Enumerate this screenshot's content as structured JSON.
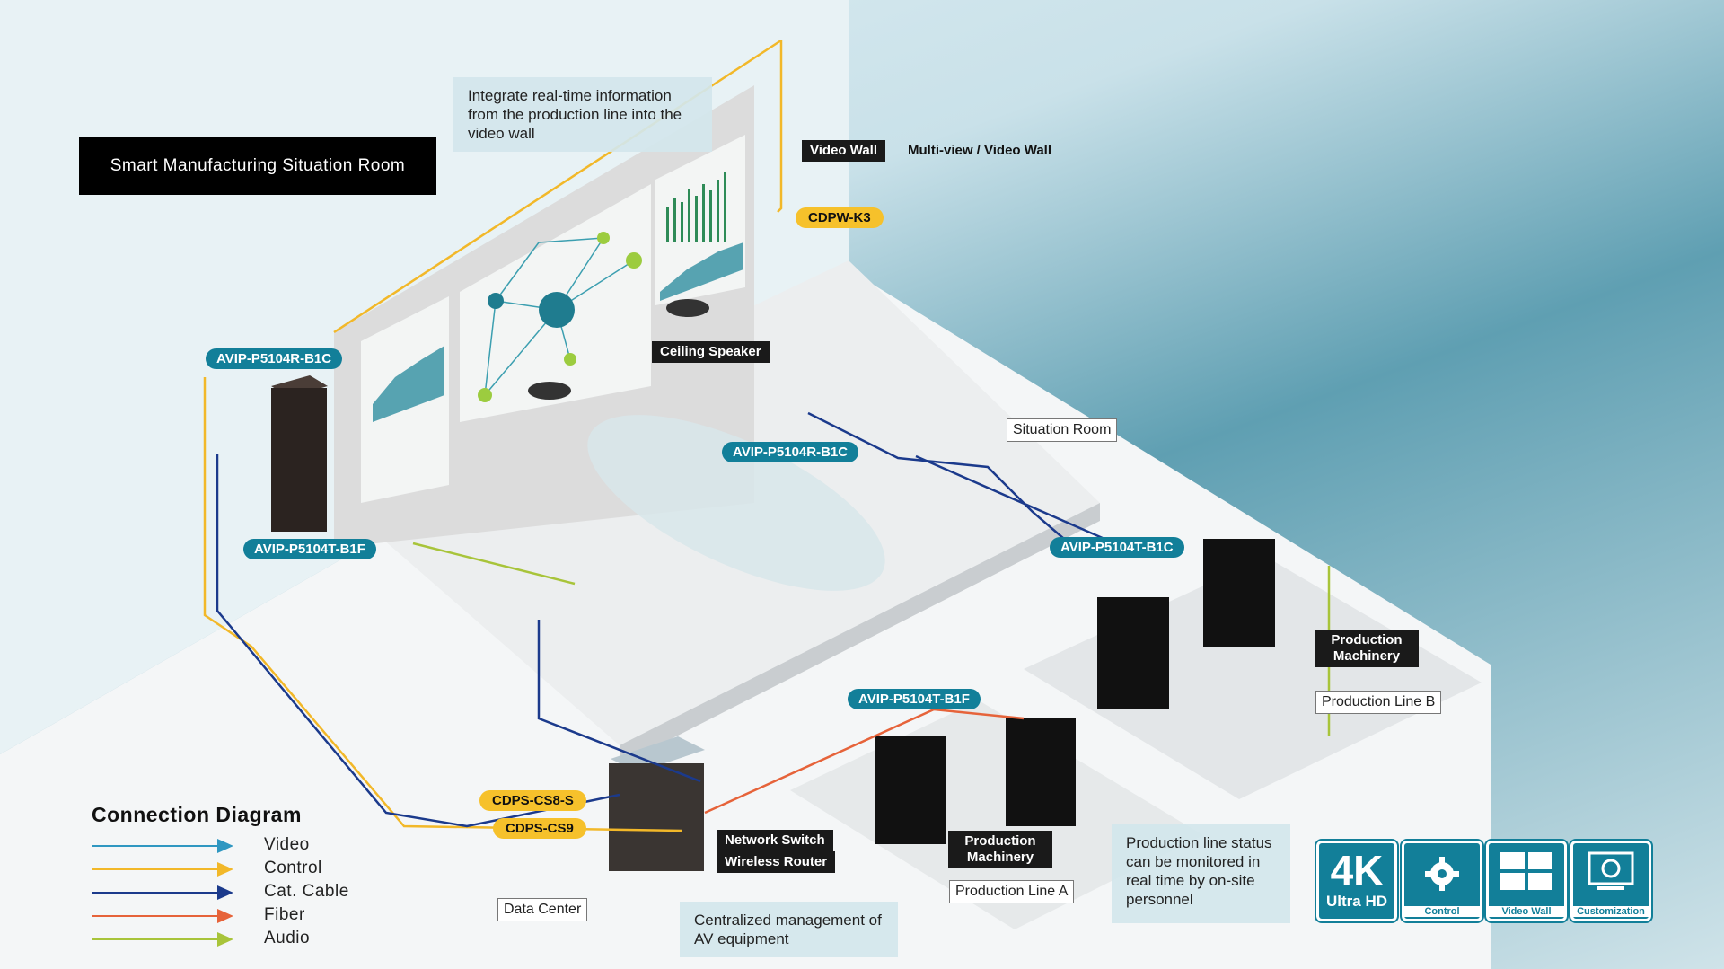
{
  "title": "Smart Manufacturing Situation Room",
  "callouts": {
    "video_wall": "Integrate real-time information from the production line into the video wall",
    "data_center": "Centralized management of AV equipment",
    "production_line": "Production line status can be monitored in real time by on-site personnel"
  },
  "video_wall_tag": "Video Wall",
  "video_wall_text": "Multi-view / Video Wall",
  "device_tags": {
    "cdpw": "CDPW-K3",
    "avip_rx_left": "AVIP-P5104R-B1C",
    "avip_rx_center": "AVIP-P5104R-B1C",
    "avip_tx_left": "AVIP-P5104T-B1F",
    "avip_tx_right": "AVIP-P5104T-B1C",
    "avip_tx_line_a": "AVIP-P5104T-B1F",
    "cdps_cs8": "CDPS-CS8-S",
    "cdps_cs9": "CDPS-CS9"
  },
  "dark_labels": {
    "ceiling_speaker": "Ceiling Speaker",
    "network_switch": "Network Switch",
    "wireless_router": "Wireless Router",
    "production_machinery_a": "Production Machinery",
    "production_machinery_b": "Production Machinery"
  },
  "room_labels": {
    "situation_room": "Situation Room",
    "production_line_a": "Production Line A",
    "production_line_b": "Production Line B",
    "data_center": "Data Center"
  },
  "legend": {
    "title": "Connection Diagram",
    "items": [
      {
        "label": "Video",
        "color": "#2f97c1"
      },
      {
        "label": "Control",
        "color": "#f2b829"
      },
      {
        "label": "Cat. Cable",
        "color": "#1b3a8c"
      },
      {
        "label": "Fiber",
        "color": "#e6633a"
      },
      {
        "label": "Audio",
        "color": "#a8c43a"
      }
    ]
  },
  "badges": {
    "uhd_big": "4K",
    "uhd_small": "Ultra HD",
    "control": "Control",
    "video_wall": "Video Wall",
    "customization": "Customization"
  },
  "colors": {
    "teal": "#127f99",
    "yellow": "#f6c12b",
    "video": "#2f97c1",
    "control": "#f2b829",
    "cat": "#1b3a8c",
    "fiber": "#e6633a",
    "audio": "#a8c43a"
  },
  "icons": [
    "gear-icon",
    "grid-icon",
    "settings-screen-icon"
  ]
}
